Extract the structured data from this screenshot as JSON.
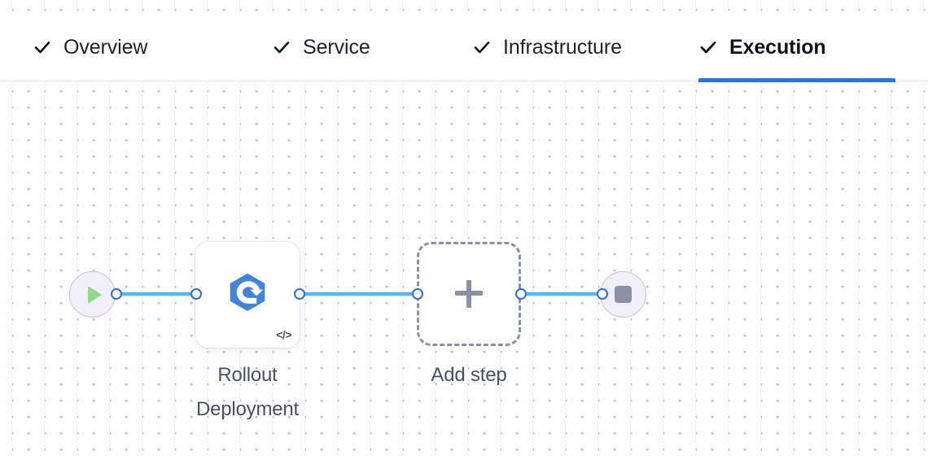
{
  "tabs": [
    {
      "label": "Overview",
      "icon": "check-icon",
      "complete": true,
      "active": false
    },
    {
      "label": "Service",
      "icon": "check-icon",
      "complete": true,
      "active": false
    },
    {
      "label": "Infrastructure",
      "icon": "check-icon",
      "complete": true,
      "active": false
    },
    {
      "label": "Execution",
      "icon": "check-icon",
      "complete": true,
      "active": true
    }
  ],
  "canvas": {
    "grid": "dotted",
    "background_color": "#ffffff",
    "dot_color": "#b6bdc9",
    "line_color": "#eaf3fb"
  },
  "pipeline": {
    "start_node": {
      "icon": "play-icon",
      "fill_color": "#f1effa",
      "border_color": "#c6c3d6",
      "glyph_color": "#8ed98a"
    },
    "end_node": {
      "icon": "stop-square-icon",
      "fill_color": "#f1effa",
      "border_color": "#c6c3d6",
      "glyph_color": "#8b90a4"
    },
    "steps": [
      {
        "label": "Rollout\nDeployment",
        "icon": "argo-rollout-icon",
        "icon_color": "#4484d4",
        "badge": "</>",
        "badge_name": "code-badge-icon",
        "type": "step-card"
      },
      {
        "label": "Add step",
        "icon": "plus-icon",
        "icon_color": "#8b90a4",
        "type": "add-placeholder"
      }
    ],
    "connector_color": "#5bb5f0",
    "port_color": "#2f6fd0",
    "accent_color": "#2f74cd"
  }
}
